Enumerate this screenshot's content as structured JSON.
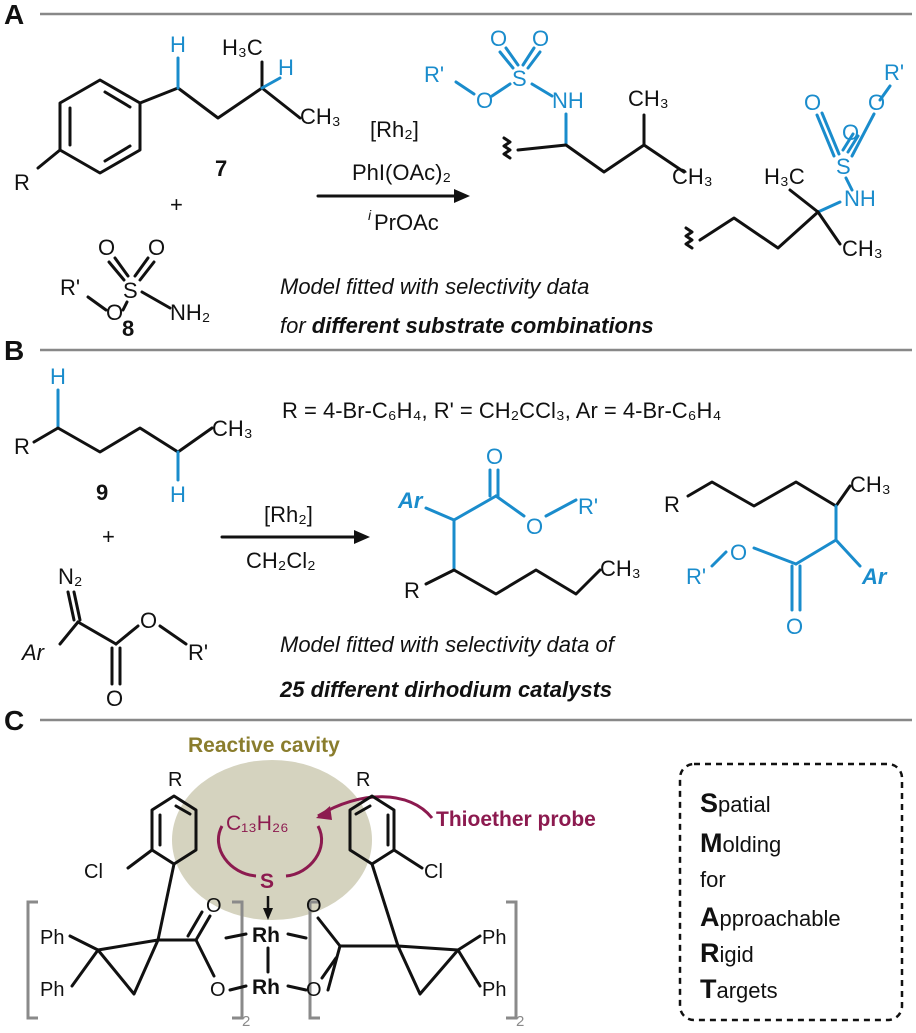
{
  "colors": {
    "blue": "#1a8ccc",
    "olive": "#8a7d2d",
    "cavity": "#d5d3bf",
    "probe": "#8c1a4f",
    "rule": "#888888"
  },
  "panelA": {
    "letter": "A",
    "H_benzylic": "H",
    "CH3_top": "H₃C",
    "H_tertiary": "H",
    "CH3_right": "CH₃",
    "R": "R",
    "cmpd7": "7",
    "plus": "+",
    "sulf_O1": "O",
    "sulf_O2": "O",
    "sulf_S": "S",
    "sulf_O": "O",
    "sulf_R": "R'",
    "sulf_NH2": "NH₂",
    "cmpd8": "8",
    "cond1": "[Rh₂]",
    "cond2": "PhI(OAc)₂",
    "cond3_sup": "i",
    "cond3": "PrOAc",
    "p1_O1": "O",
    "p1_O2": "O",
    "p1_S": "S",
    "p1_R": "R'",
    "p1_O": "O",
    "p1_NH": "NH",
    "p1_CH3a": "CH₃",
    "p1_CH3b": "CH₃",
    "p2_O1": "O",
    "p2_O2": "O",
    "p2_S": "S",
    "p2_R": "R'",
    "p2_O": "O",
    "p2_H3C": "H₃C",
    "p2_NH": "NH",
    "p2_CH3": "CH₃",
    "model_line1": "Model fitted with selectivity data",
    "model_line2_pre": "for ",
    "model_line2_bold": "different substrate combinations"
  },
  "panelB": {
    "letter": "B",
    "H_top": "H",
    "R": "R",
    "CH3": "CH₃",
    "H_bottom": "H",
    "cmpd9": "9",
    "plus": "+",
    "defs": "R = 4-Br-C₆H₄, R' = CH₂CCl₃, Ar = 4-Br-C₆H₄",
    "N2": "N₂",
    "Ar": "Ar",
    "O_carb": "O",
    "O_ester": "O",
    "R_ester": "R'",
    "cond1": "[Rh₂]",
    "cond2": "CH₂Cl₂",
    "p1_O": "O",
    "p1_Ar": "Ar",
    "p1_Oe": "O",
    "p1_R": "R'",
    "p1_Rchain": "R",
    "p1_CH3": "CH₃",
    "p2_R": "R",
    "p2_CH3": "CH₃",
    "p2_Rp": "R'",
    "p2_O": "O",
    "p2_Ar": "Ar",
    "p2_Ocarb": "O",
    "model_line1": "Model fitted with selectivity data of",
    "model_line2": "25 different dirhodium catalysts"
  },
  "panelC": {
    "letter": "C",
    "cavity_label": "Reactive cavity",
    "probe_formula": "C₁₃H₂₆",
    "probe_S": "S",
    "probe_label": "Thioether probe",
    "R_left": "R",
    "Cl_left": "Cl",
    "Ph1": "Ph",
    "Ph2": "Ph",
    "O1": "O",
    "O2": "O",
    "Rh1": "Rh",
    "Rh2": "Rh",
    "R_right": "R",
    "Cl_right": "Cl",
    "Ph3": "Ph",
    "Ph4": "Ph",
    "O3": "O",
    "O4": "O",
    "sub_left": "2",
    "sub_right": "2",
    "smart": [
      {
        "cap": "S",
        "rest": "patial"
      },
      {
        "cap": "M",
        "rest": "olding"
      },
      {
        "cap": "",
        "rest": "for"
      },
      {
        "cap": "A",
        "rest": "pproachable"
      },
      {
        "cap": "R",
        "rest": "igid"
      },
      {
        "cap": "T",
        "rest": "argets"
      }
    ]
  }
}
